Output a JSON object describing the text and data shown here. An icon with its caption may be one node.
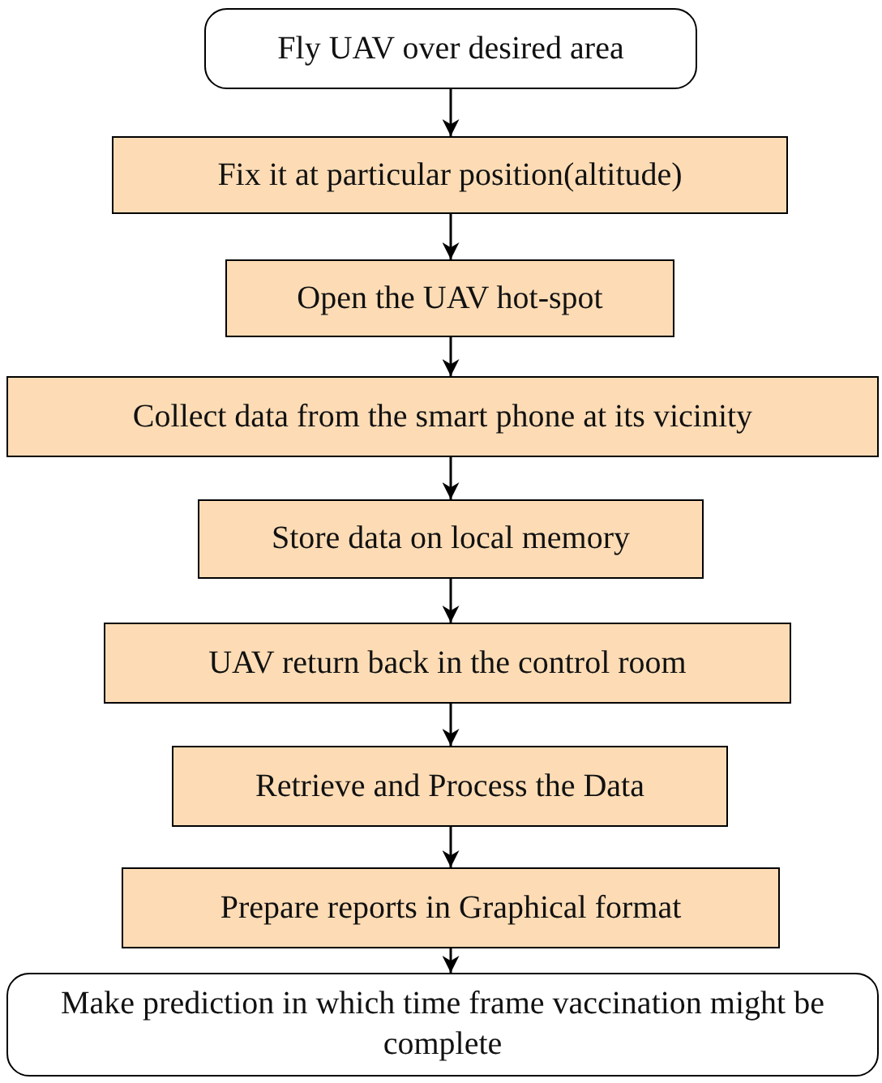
{
  "diagram": {
    "nodes": [
      {
        "text": [
          "Fly UAV over desired area"
        ]
      },
      {
        "text": [
          "Fix it at particular position(altitude)"
        ]
      },
      {
        "text": [
          "Open the UAV hot-spot"
        ]
      },
      {
        "text": [
          "Collect data from the smart phone at its vicinity"
        ]
      },
      {
        "text": [
          "Store data on local memory"
        ]
      },
      {
        "text": [
          "UAV return back in the control room"
        ]
      },
      {
        "text": [
          "Retrieve and Process the Data"
        ]
      },
      {
        "text": [
          "Prepare reports in Graphical format"
        ]
      },
      {
        "text": [
          "Make prediction in which time frame vaccination might be complete"
        ]
      }
    ],
    "edges": [
      {
        "from": 0,
        "to": 1,
        "arrow": "to"
      },
      {
        "from": 1,
        "to": 2,
        "arrow": "to"
      },
      {
        "from": 2,
        "to": 3,
        "arrow": "to"
      },
      {
        "from": 3,
        "to": 4,
        "arrow": "to"
      },
      {
        "from": 4,
        "to": 5,
        "arrow": "to"
      },
      {
        "from": 5,
        "to": 6,
        "arrow": "to"
      },
      {
        "from": 6,
        "to": 7,
        "arrow": "to"
      },
      {
        "from": 7,
        "to": 8,
        "arrow": "to"
      }
    ]
  }
}
